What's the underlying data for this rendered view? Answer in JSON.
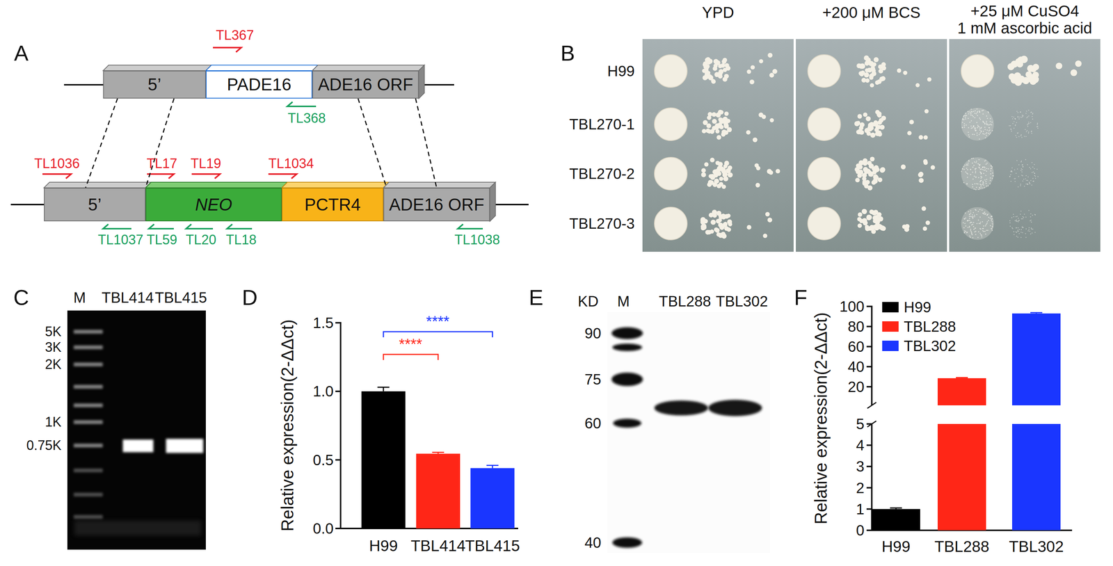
{
  "diagram": {
    "nodes": [
      {
        "text": [
          "5’"
        ]
      },
      {
        "text": [
          "PADE16"
        ]
      },
      {
        "text": [
          "ADE16 ORF"
        ]
      },
      {
        "text": [
          "5’"
        ]
      },
      {
        "text": [
          "NEO"
        ]
      },
      {
        "text": [
          "PCTR4"
        ]
      },
      {
        "text": [
          "ADE16 ORF"
        ]
      }
    ],
    "edges": [
      {
        "from": 0,
        "to": 3,
        "arrow": "none"
      },
      {
        "from": 0,
        "to": 3,
        "arrow": "none"
      },
      {
        "from": 2,
        "to": 6,
        "arrow": "none"
      },
      {
        "from": 2,
        "to": 6,
        "arrow": "none"
      }
    ],
    "labels": [
      "A",
      "TL367",
      "TL368",
      "TL1036",
      "TL17",
      "TL19",
      "TL1034",
      "TL1037",
      "TL59",
      "TL20",
      "TL18",
      "TL1038",
      "B",
      "YPD",
      "+200 μM BCS",
      "+25 μM CuSO4",
      "1 mM ascorbic acid",
      "H99",
      "TBL270-1",
      "TBL270-2",
      "TBL270-3",
      "C",
      "M",
      "TBL414",
      "TBL415",
      "5K",
      "3K",
      "2K",
      "1K",
      "0.75K",
      "D",
      "Relative expression(2-ΔΔct)",
      "1.5",
      "1.0",
      "0.5",
      "0.0",
      "****",
      "****",
      "H99",
      "TBL414",
      "TBL415",
      "E",
      "KD",
      "M",
      "TBL288",
      "TBL302",
      "90",
      "75",
      "60",
      "40",
      "F",
      "Relative expression(2-ΔΔct)",
      "100",
      "80",
      "60",
      "40",
      "20",
      "5",
      "4",
      "3",
      "2",
      "1",
      "0",
      "H99",
      "TBL288",
      "TBL302"
    ],
    "legend": [
      {
        "text": "H99",
        "color": "#000000"
      },
      {
        "text": "TBL288",
        "color": "#ff2617"
      },
      {
        "text": "TBL302",
        "color": "#1a36ff"
      }
    ]
  }
}
